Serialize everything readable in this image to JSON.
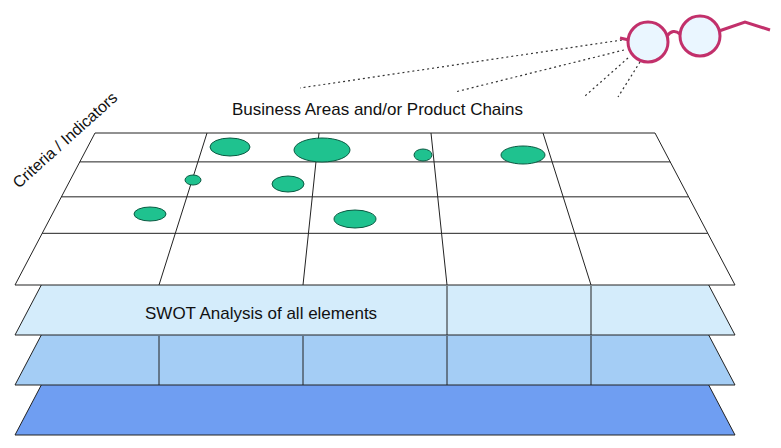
{
  "diagram": {
    "labels": [
      "Business Areas and/or Product Chains",
      "Criteria / Indicators",
      "SWOT Analysis of all elements"
    ]
  }
}
